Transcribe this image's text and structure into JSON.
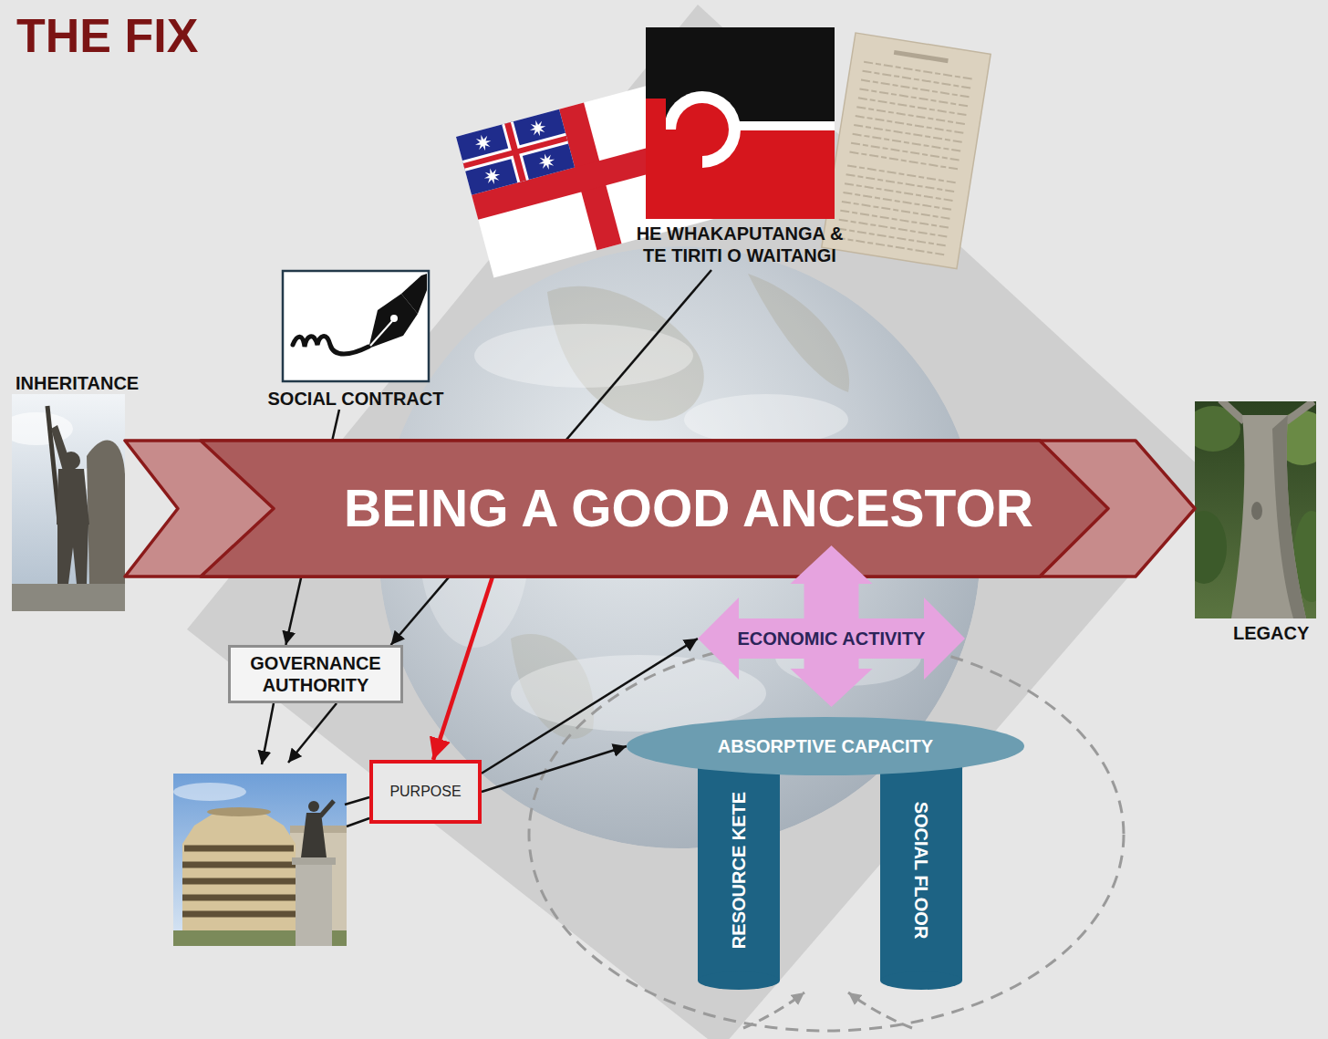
{
  "diagram": {
    "title": "THE FIX",
    "nodes": [
      {
        "text": [
          "HE WHAKAPUTANGA & TE TIRITI O WAITANGI"
        ]
      },
      {
        "text": [
          "SOCIAL CONTRACT"
        ]
      },
      {
        "text": [
          "BEING A GOOD ANCESTOR"
        ]
      },
      {
        "text": [
          "ECONOMIC ACTIVITY"
        ]
      },
      {
        "text": [
          "GOVERNANCE AUTHORITY"
        ]
      },
      {
        "text": [
          "ABSORPTIVE CAPACITY"
        ]
      },
      {
        "text": [
          "PURPOSE"
        ]
      },
      {
        "text": [
          "RESOURCE KETE"
        ]
      },
      {
        "text": [
          "SOCIAL FLOOR"
        ]
      }
    ],
    "edges": [
      {
        "from": 1,
        "to": 4,
        "arrow": "to"
      },
      {
        "from": 0,
        "to": 4,
        "arrow": "to"
      },
      {
        "from": 2,
        "to": 6,
        "arrow": "to"
      },
      {
        "from": 6,
        "to": 3,
        "arrow": "to"
      },
      {
        "from": 6,
        "to": 5,
        "arrow": "to"
      }
    ],
    "labels": [
      "INHERITANCE",
      "LEGACY"
    ]
  }
}
